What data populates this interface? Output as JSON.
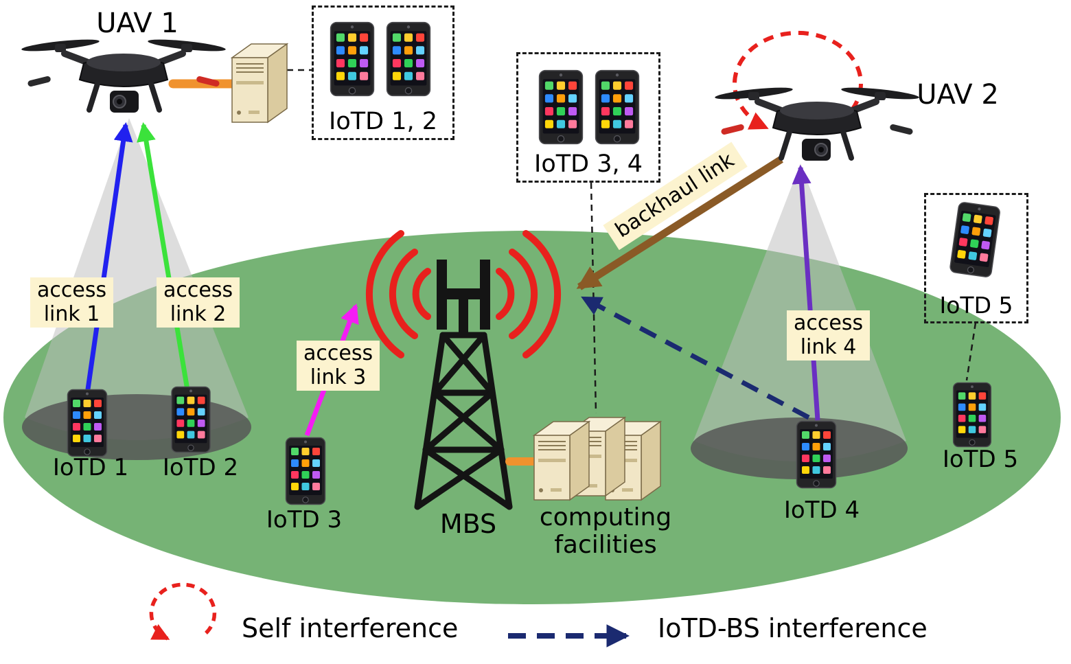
{
  "diagram": {
    "uav1_label": "UAV 1",
    "uav2_label": "UAV 2",
    "mbs_label": "MBS",
    "computing_label": "computing\nfacilities",
    "boxes": {
      "iotd12": "IoTD 1, 2",
      "iotd34": "IoTD 3, 4",
      "iotd5": "IoTD 5"
    },
    "devices": {
      "iotd1": "IoTD 1",
      "iotd2": "IoTD 2",
      "iotd3": "IoTD 3",
      "iotd4": "IoTD 4",
      "iotd5": "IoTD 5"
    },
    "links": {
      "access1": {
        "label": "access\nlink 1",
        "color": "#2121ef"
      },
      "access2": {
        "label": "access\nlink 2",
        "color": "#3be23b"
      },
      "access3": {
        "label": "access\nlink 3",
        "color": "#f41cf4"
      },
      "access4": {
        "label": "access\nlink 4",
        "color": "#6a2fc2"
      },
      "backhaul": {
        "label": "backhaul link",
        "color": "#8a5a26"
      },
      "iotd_bs": {
        "color": "#1b2a70"
      },
      "self_interference": {
        "color": "#e8211d"
      },
      "compute_link": {
        "color": "#f0922e"
      }
    },
    "legend": {
      "self_interference": "Self interference",
      "iotd_bs_interference": "IoTD-BS interference"
    },
    "colors": {
      "coverage": "#76b375",
      "beam": "rgba(190,190,190,0.52)",
      "footprint": "#575757"
    }
  }
}
